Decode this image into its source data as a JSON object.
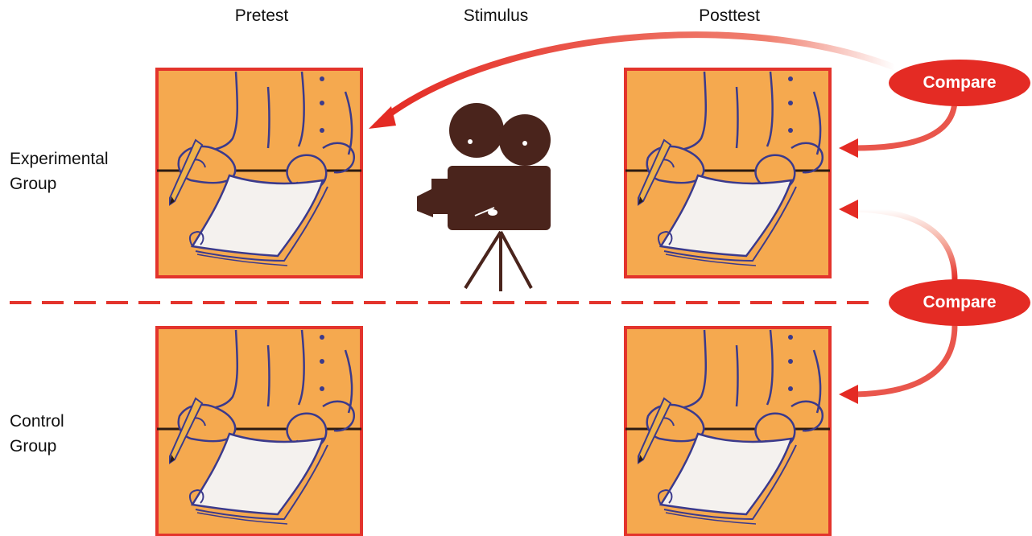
{
  "columns": {
    "pretest": "Pretest",
    "stimulus": "Stimulus",
    "posttest": "Posttest"
  },
  "rows": {
    "experimental": "Experimental\nGroup",
    "control": "Control\nGroup"
  },
  "compare_labels": {
    "top": "Compare",
    "middle": "Compare"
  },
  "colors": {
    "panel_fill": "#f5a94f",
    "panel_border": "#e3342c",
    "accent_red": "#e42b24",
    "ink": "#3b3a8c",
    "camera": "#4a241c"
  },
  "icons": [
    "writing-hand-icon",
    "movie-camera-icon"
  ]
}
